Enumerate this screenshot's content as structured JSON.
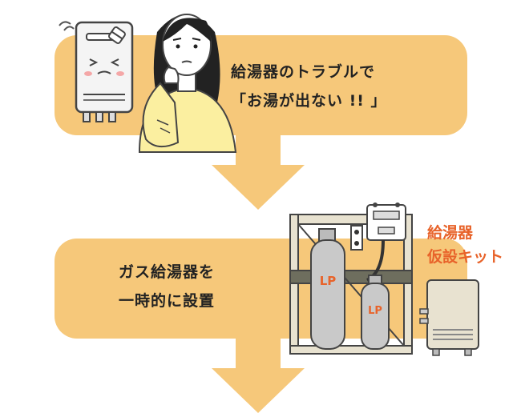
{
  "message_top": {
    "line1": "給湯器のトラブルで",
    "line2": "「お湯が出ない !! 」"
  },
  "message_bottom": {
    "line1": "ガス給湯器を",
    "line2": "一時的に設置"
  },
  "kit_label": {
    "line1": "給湯器",
    "line2": "仮設キット"
  },
  "cylinder_labels": {
    "large": "LP",
    "small": "LP"
  },
  "colors": {
    "panel": "#F6C87A",
    "accent": "#E8632A",
    "shirt": "#FBEFA0"
  }
}
